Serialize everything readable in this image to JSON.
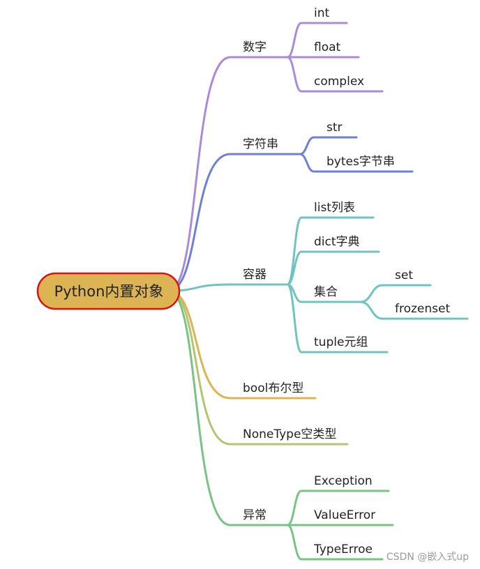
{
  "root": {
    "label": "Python内置对象",
    "fill": "#dcb453",
    "border": "#dd1111"
  },
  "branches": [
    {
      "label": "数字",
      "color": "#a98bd9",
      "children": [
        {
          "label": "int"
        },
        {
          "label": "float"
        },
        {
          "label": "complex"
        }
      ]
    },
    {
      "label": "字符串",
      "color": "#6f7fd6",
      "children": [
        {
          "label": "str"
        },
        {
          "label": "bytes字节串"
        }
      ]
    },
    {
      "label": "容器",
      "color": "#6fc4c2",
      "children": [
        {
          "label": "list列表"
        },
        {
          "label": "dict字典"
        },
        {
          "label": "集合",
          "children": [
            {
              "label": "set"
            },
            {
              "label": "frozenset"
            }
          ]
        },
        {
          "label": "tuple元组"
        }
      ]
    },
    {
      "label": "bool布尔型",
      "color": "#dcb453",
      "children": []
    },
    {
      "label": "NoneType空类型",
      "color": "#b2c56f",
      "children": []
    },
    {
      "label": "异常",
      "color": "#79c384",
      "children": [
        {
          "label": "Exception"
        },
        {
          "label": "ValueError"
        },
        {
          "label": "TypeErroe"
        }
      ]
    }
  ],
  "watermark": "CSDN @嵌入式up"
}
